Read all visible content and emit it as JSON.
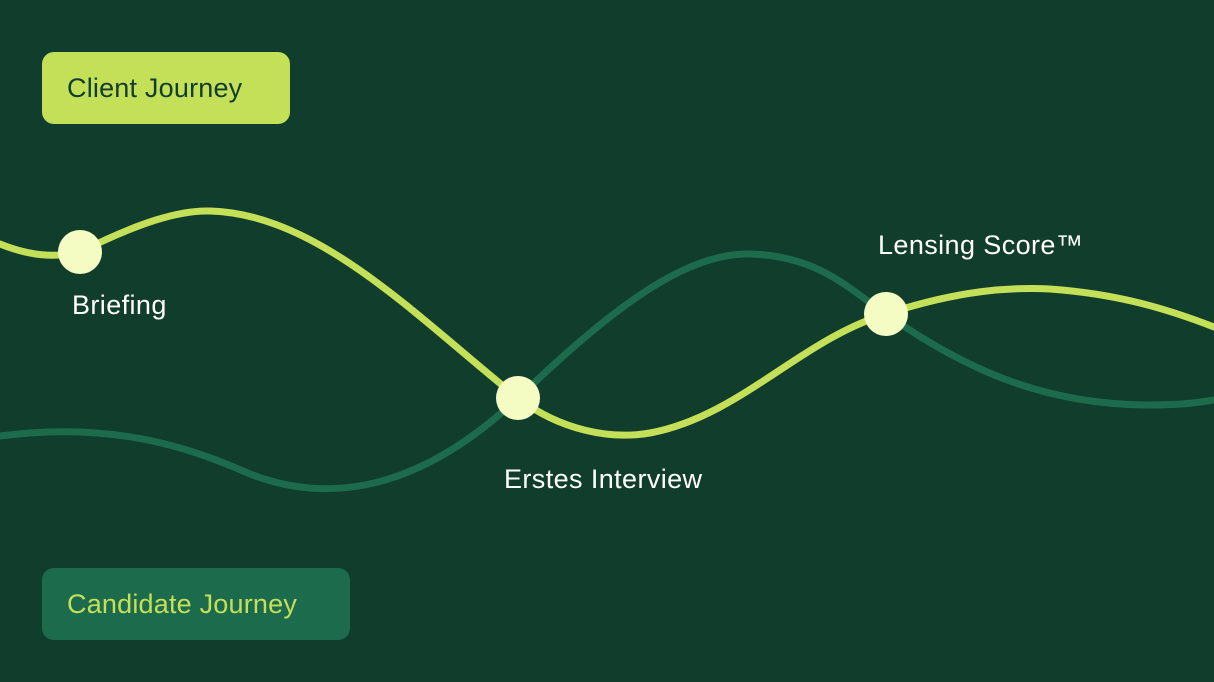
{
  "colors": {
    "background": "#113d2c",
    "client_line": "#c4df58",
    "candidate_line": "#1d6b4d",
    "milestone_dot": "#f4fcc4",
    "label_text": "#ffffff"
  },
  "legend": {
    "client_journey": "Client Journey",
    "candidate_journey": "Candidate Journey"
  },
  "milestones": {
    "briefing": "Briefing",
    "first_interview": "Erstes Interview",
    "lensing_score": "Lensing Score™"
  }
}
